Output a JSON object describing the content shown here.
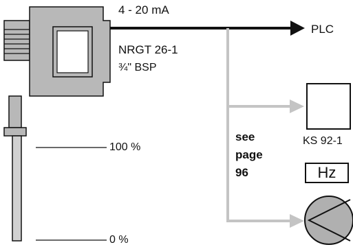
{
  "diagram": {
    "signal_label": "4 - 20 mA",
    "target_label": "PLC",
    "device_model": "NRGT 26-1",
    "thread_size": "¾\" BSP",
    "level_high": "100 %",
    "level_low": "0 %",
    "see_page_line1": "see",
    "see_page_line2": "page",
    "see_page_line3": "96",
    "display_unit_label": "KS 92-1",
    "frequency_unit": "Hz"
  },
  "colors": {
    "housing_gray": "#b8b8b8",
    "branch_gray": "#c4c4c4",
    "line_black": "#111111",
    "pump_gray": "#b0b0b0"
  }
}
